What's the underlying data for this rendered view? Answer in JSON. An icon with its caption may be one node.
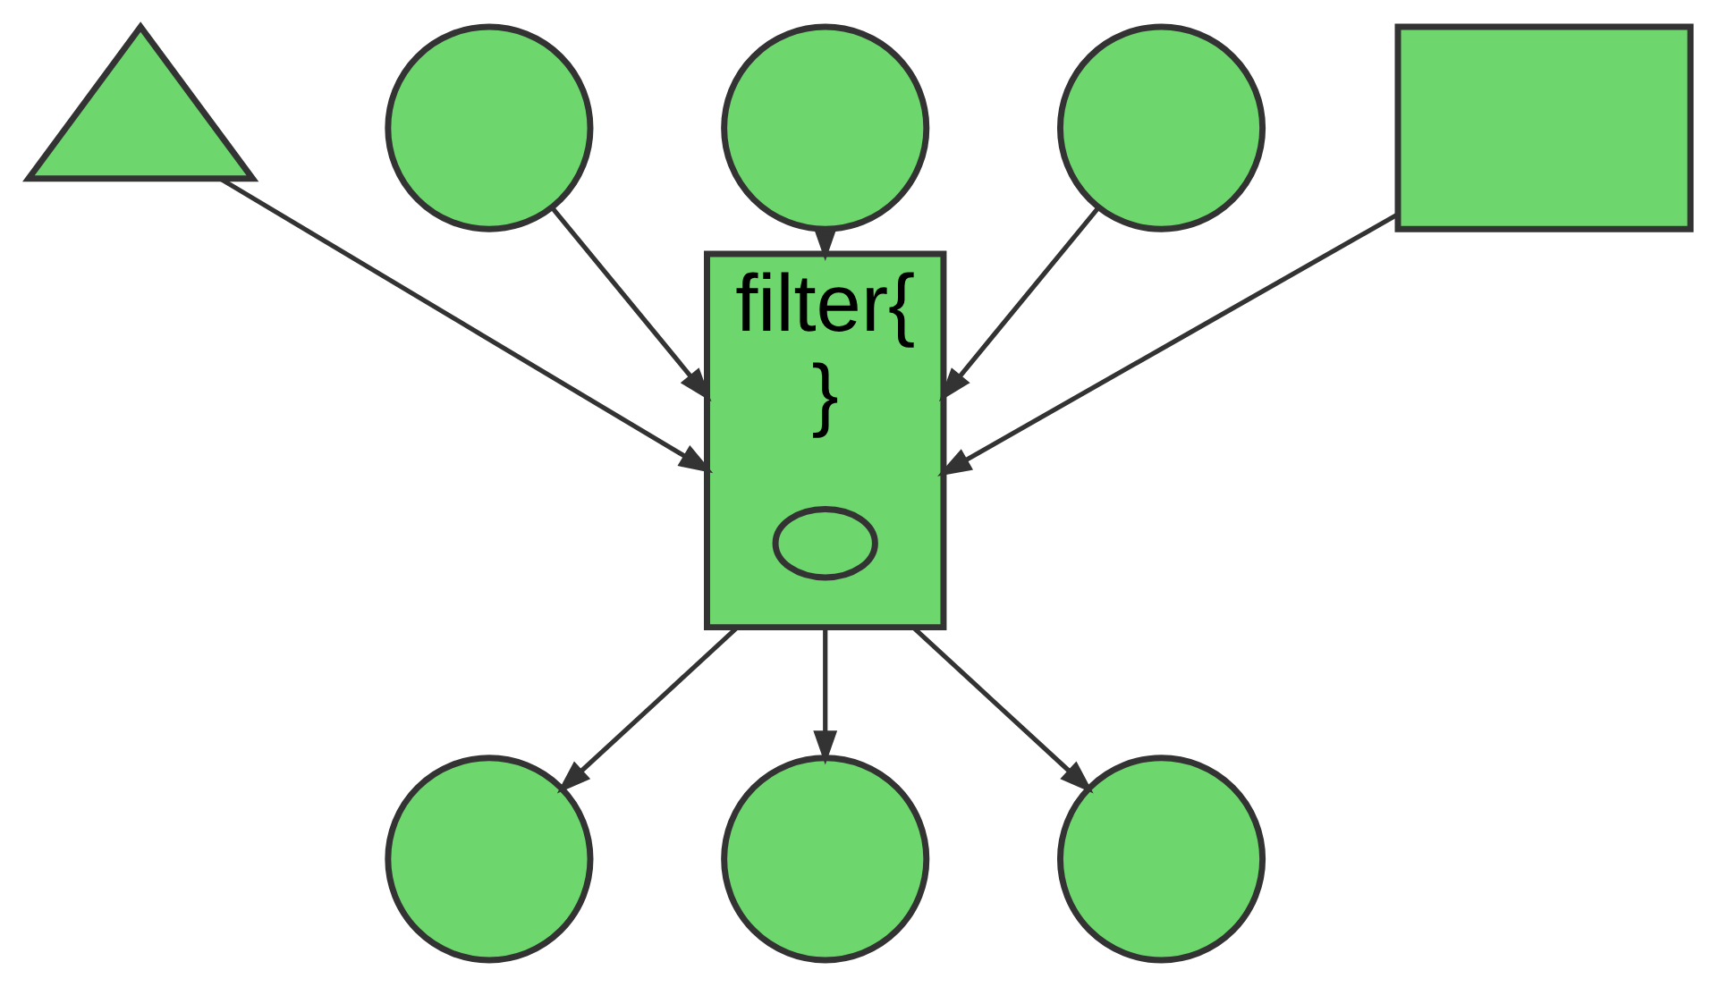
{
  "diagram": {
    "nodes": [
      {
        "text": [],
        "shape": "triangle"
      },
      {
        "text": [],
        "shape": "circle"
      },
      {
        "text": [],
        "shape": "circle"
      },
      {
        "text": [],
        "shape": "circle"
      },
      {
        "text": [],
        "shape": "box"
      },
      {
        "text": [
          "filter{",
          "}"
        ]
      },
      {
        "text": [],
        "shape": "ellipse",
        "in": 5
      },
      {
        "text": [],
        "shape": "circle"
      },
      {
        "text": [],
        "shape": "circle"
      },
      {
        "text": [],
        "shape": "circle"
      }
    ],
    "edges": [
      {
        "from": 0,
        "to": 5,
        "arrow": "to"
      },
      {
        "from": 1,
        "to": 5,
        "arrow": "to"
      },
      {
        "from": 2,
        "to": 5,
        "arrow": "to"
      },
      {
        "from": 3,
        "to": 5,
        "arrow": "to"
      },
      {
        "from": 4,
        "to": 5,
        "arrow": "to"
      },
      {
        "from": 5,
        "to": 7,
        "arrow": "to"
      },
      {
        "from": 5,
        "to": 8,
        "arrow": "to"
      },
      {
        "from": 5,
        "to": 9,
        "arrow": "to"
      }
    ]
  }
}
